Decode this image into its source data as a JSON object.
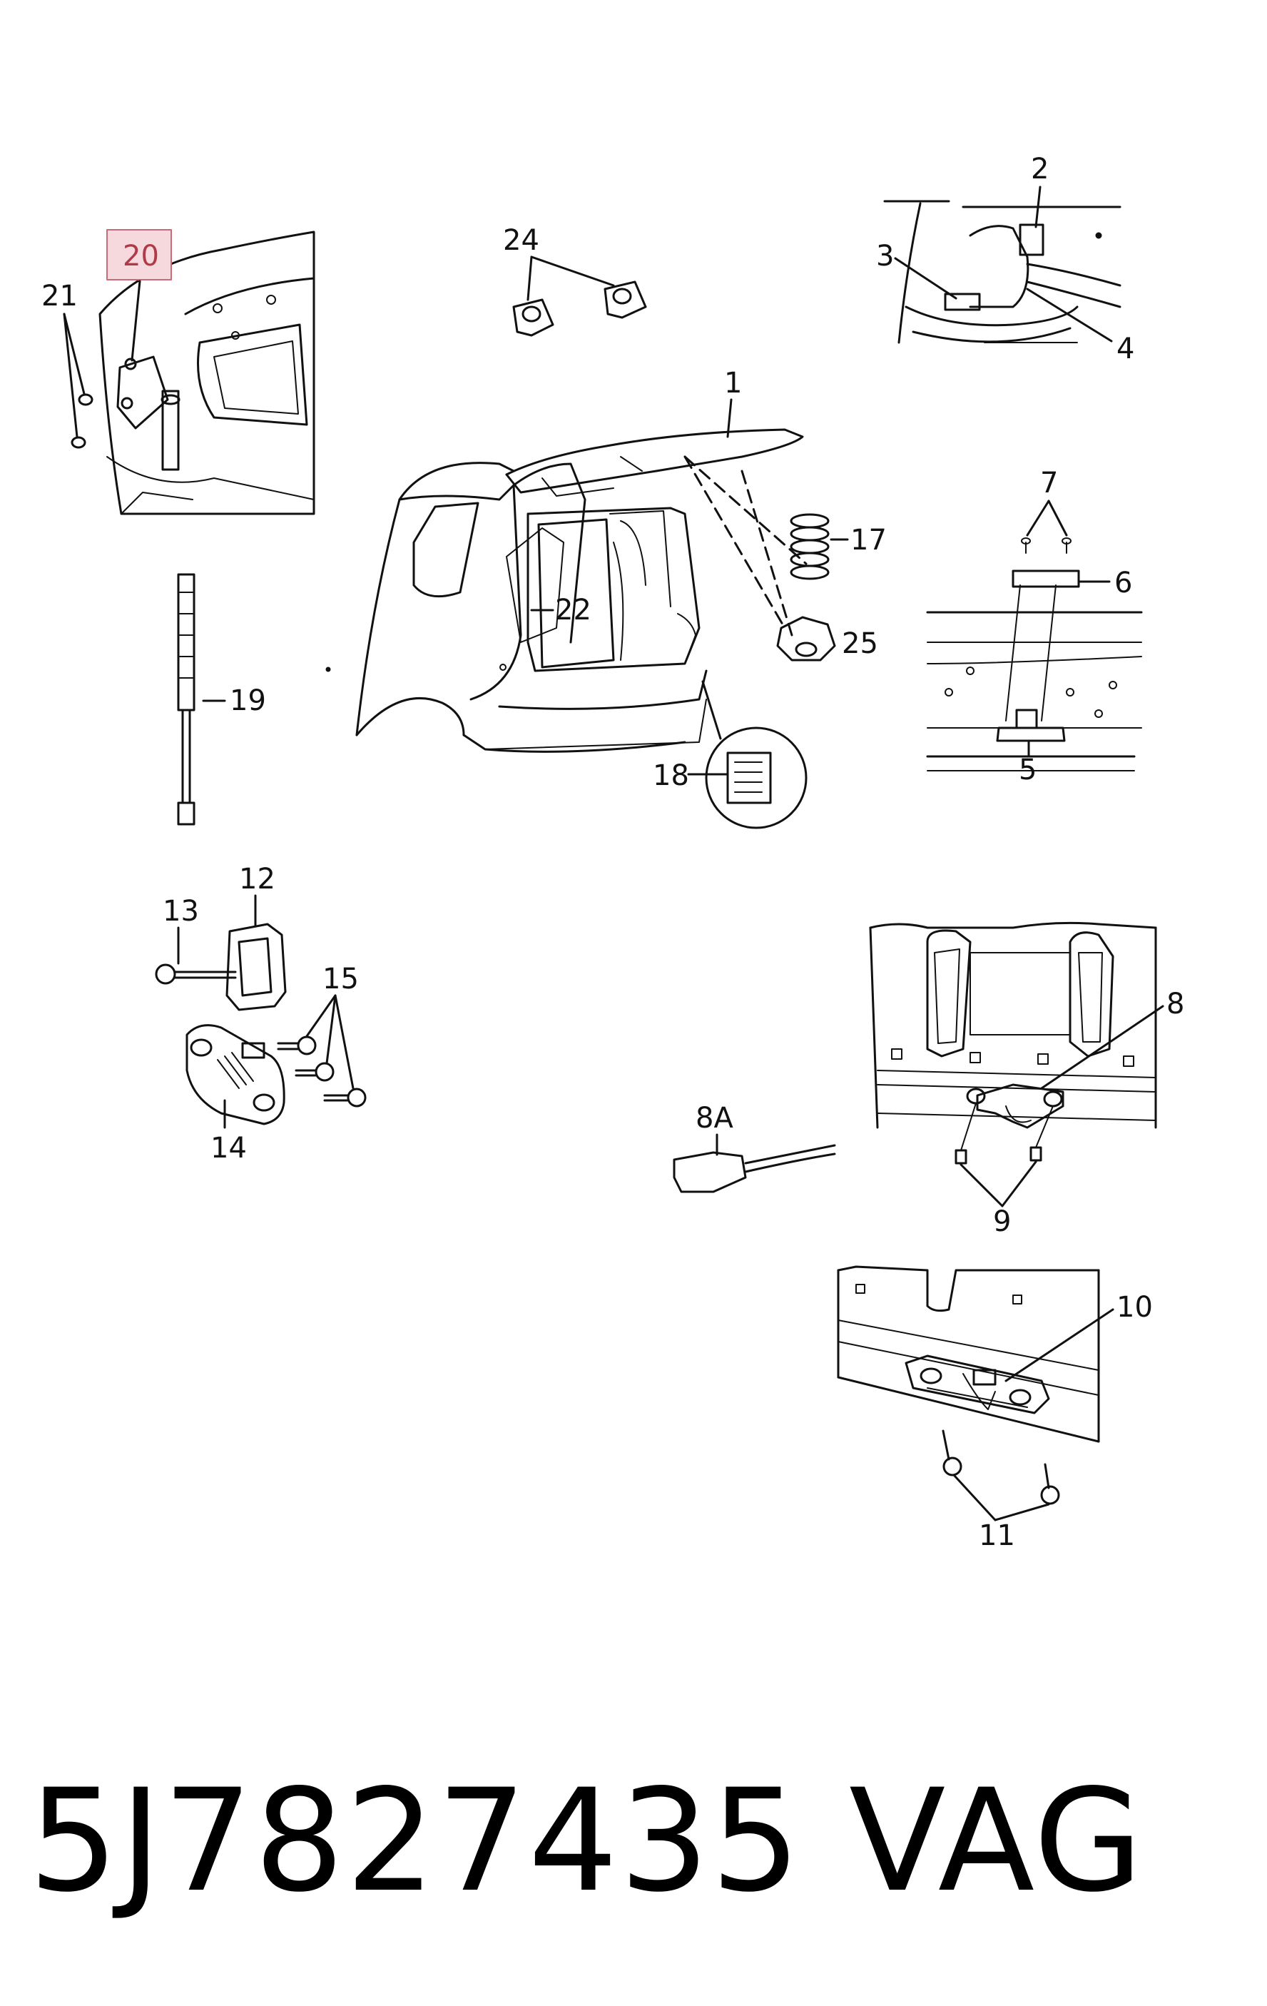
{
  "callouts": {
    "c1": "1",
    "c2": "2",
    "c3": "3",
    "c4": "4",
    "c5": "5",
    "c6": "6",
    "c7": "7",
    "c8": "8",
    "c8a": "8A",
    "c9": "9",
    "c10": "10",
    "c11": "11",
    "c12": "12",
    "c13": "13",
    "c14": "14",
    "c15": "15",
    "c17": "17",
    "c18": "18",
    "c19": "19",
    "c20": "20",
    "c21": "21",
    "c22": "22",
    "c24": "24",
    "c25": "25"
  },
  "highlight": {
    "callout": "20",
    "color": "#f6d9dd",
    "border_color": "#c96a78"
  },
  "footer": {
    "part_number": "5J7827435",
    "brand": "VAG"
  }
}
